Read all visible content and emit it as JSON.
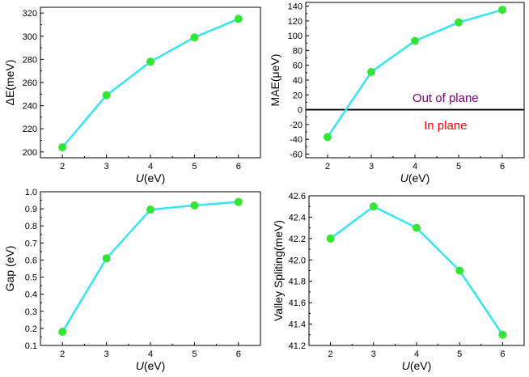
{
  "chart_data": [
    {
      "type": "line",
      "xlabel": "U(eV)",
      "xlabel_italic_part": "U",
      "xlabel_rest": "(eV)",
      "ylabel": "ΔE(meV)",
      "x": [
        2,
        3,
        4,
        5,
        6
      ],
      "series": [
        {
          "values": [
            204,
            249,
            278,
            299,
            315
          ]
        }
      ],
      "xlim": [
        1.5,
        6.5
      ],
      "ylim": [
        195,
        325
      ],
      "xticks": [
        2,
        3,
        4,
        5,
        6
      ],
      "yticks": [
        200,
        220,
        240,
        260,
        280,
        300,
        320
      ],
      "grid": false,
      "line_color": "#33e6f0",
      "marker_color": "#33e633"
    },
    {
      "type": "line",
      "xlabel": "U(eV)",
      "xlabel_italic_part": "U",
      "xlabel_rest": "(eV)",
      "ylabel": "MAE(μeV)",
      "x": [
        2,
        3,
        4,
        5,
        6
      ],
      "series": [
        {
          "values": [
            -37,
            51,
            93,
            118,
            135
          ]
        }
      ],
      "xlim": [
        1.5,
        6.5
      ],
      "ylim": [
        -65,
        145
      ],
      "xticks": [
        2,
        3,
        4,
        5,
        6
      ],
      "yticks": [
        -60,
        -40,
        -20,
        0,
        20,
        40,
        60,
        80,
        100,
        120,
        140
      ],
      "grid": false,
      "reference_line": 0,
      "annotations": [
        {
          "text": "Out of plane",
          "color": "#800080",
          "x": 4.7,
          "y": 16
        },
        {
          "text": "In plane",
          "color": "#ff0000",
          "x": 4.7,
          "y": -21
        }
      ],
      "line_color": "#33e6f0",
      "marker_color": "#33e633"
    },
    {
      "type": "line",
      "xlabel": "U(eV)",
      "xlabel_italic_part": "U",
      "xlabel_rest": "(eV)",
      "ylabel": "Gap (eV)",
      "x": [
        2,
        3,
        4,
        5,
        6
      ],
      "series": [
        {
          "values": [
            0.18,
            0.61,
            0.895,
            0.92,
            0.94
          ]
        }
      ],
      "xlim": [
        1.5,
        6.5
      ],
      "ylim": [
        0.1,
        1.0
      ],
      "xticks": [
        2,
        3,
        4,
        5,
        6
      ],
      "yticks": [
        0.1,
        0.2,
        0.3,
        0.4,
        0.5,
        0.6,
        0.7,
        0.8,
        0.9,
        1.0
      ],
      "grid": false,
      "line_color": "#33e6f0",
      "marker_color": "#33e633"
    },
    {
      "type": "line",
      "xlabel": "U(eV)",
      "xlabel_italic_part": "U",
      "xlabel_rest": "(eV)",
      "ylabel": "Valley Spliting(meV)",
      "x": [
        2,
        3,
        4,
        5,
        6
      ],
      "series": [
        {
          "values": [
            42.2,
            42.5,
            42.3,
            41.9,
            41.3
          ]
        }
      ],
      "xlim": [
        1.5,
        6.5
      ],
      "ylim": [
        41.2,
        42.6
      ],
      "xticks": [
        2,
        3,
        4,
        5,
        6
      ],
      "yticks": [
        41.2,
        41.4,
        41.6,
        41.8,
        42.0,
        42.2,
        42.4,
        42.6
      ],
      "grid": false,
      "line_color": "#33e6f0",
      "marker_color": "#33e633"
    }
  ]
}
